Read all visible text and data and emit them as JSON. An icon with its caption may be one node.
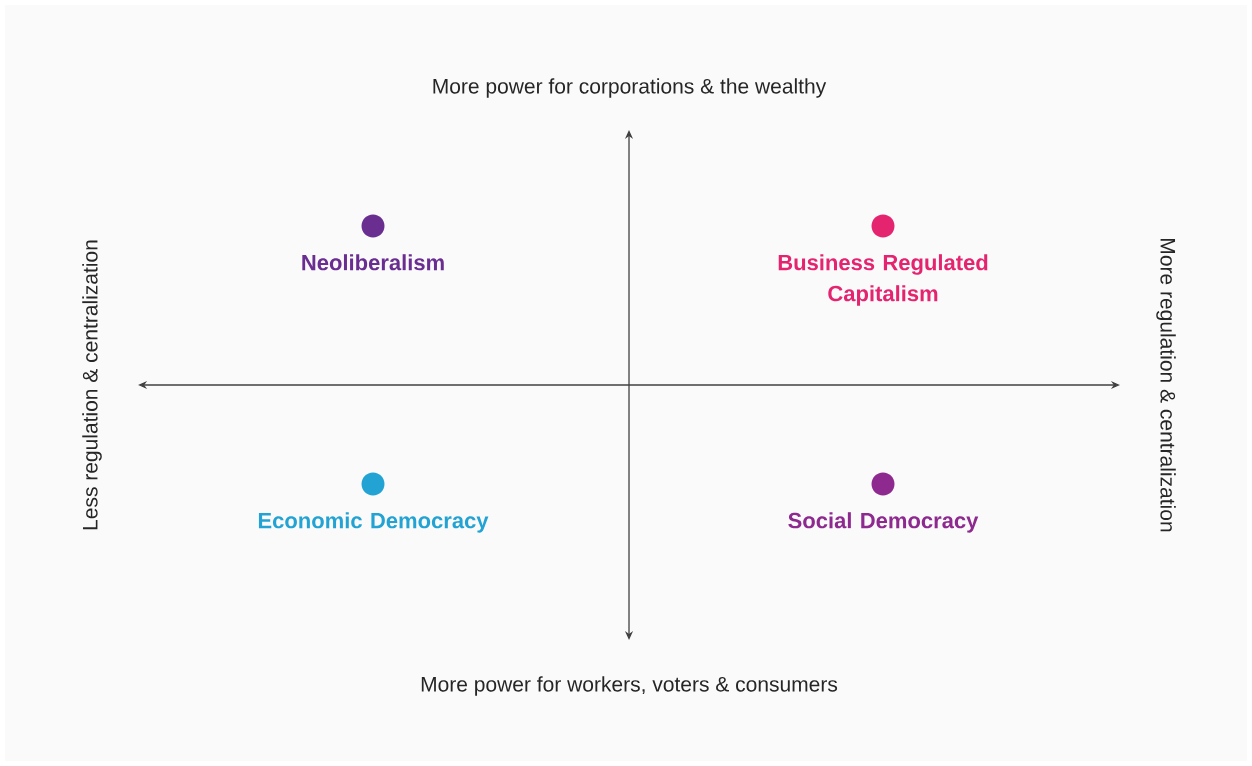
{
  "diagram": {
    "nodes": [
      {
        "text": [],
        "shape": "circle",
        "beside": [
          "Neoliberalism"
        ]
      },
      {
        "text": [],
        "shape": "circle",
        "beside": [
          "Business Regulated Capitalism"
        ]
      },
      {
        "text": [],
        "shape": "circle",
        "beside": [
          "Economic Democracy"
        ]
      },
      {
        "text": [],
        "shape": "circle",
        "beside": [
          "Social Democracy"
        ]
      }
    ],
    "labels": [
      "More power for corporations & the wealthy",
      "Less regulation  & centralization",
      "More regulation  & centralization",
      "More power for workers, voters & consumers"
    ]
  }
}
